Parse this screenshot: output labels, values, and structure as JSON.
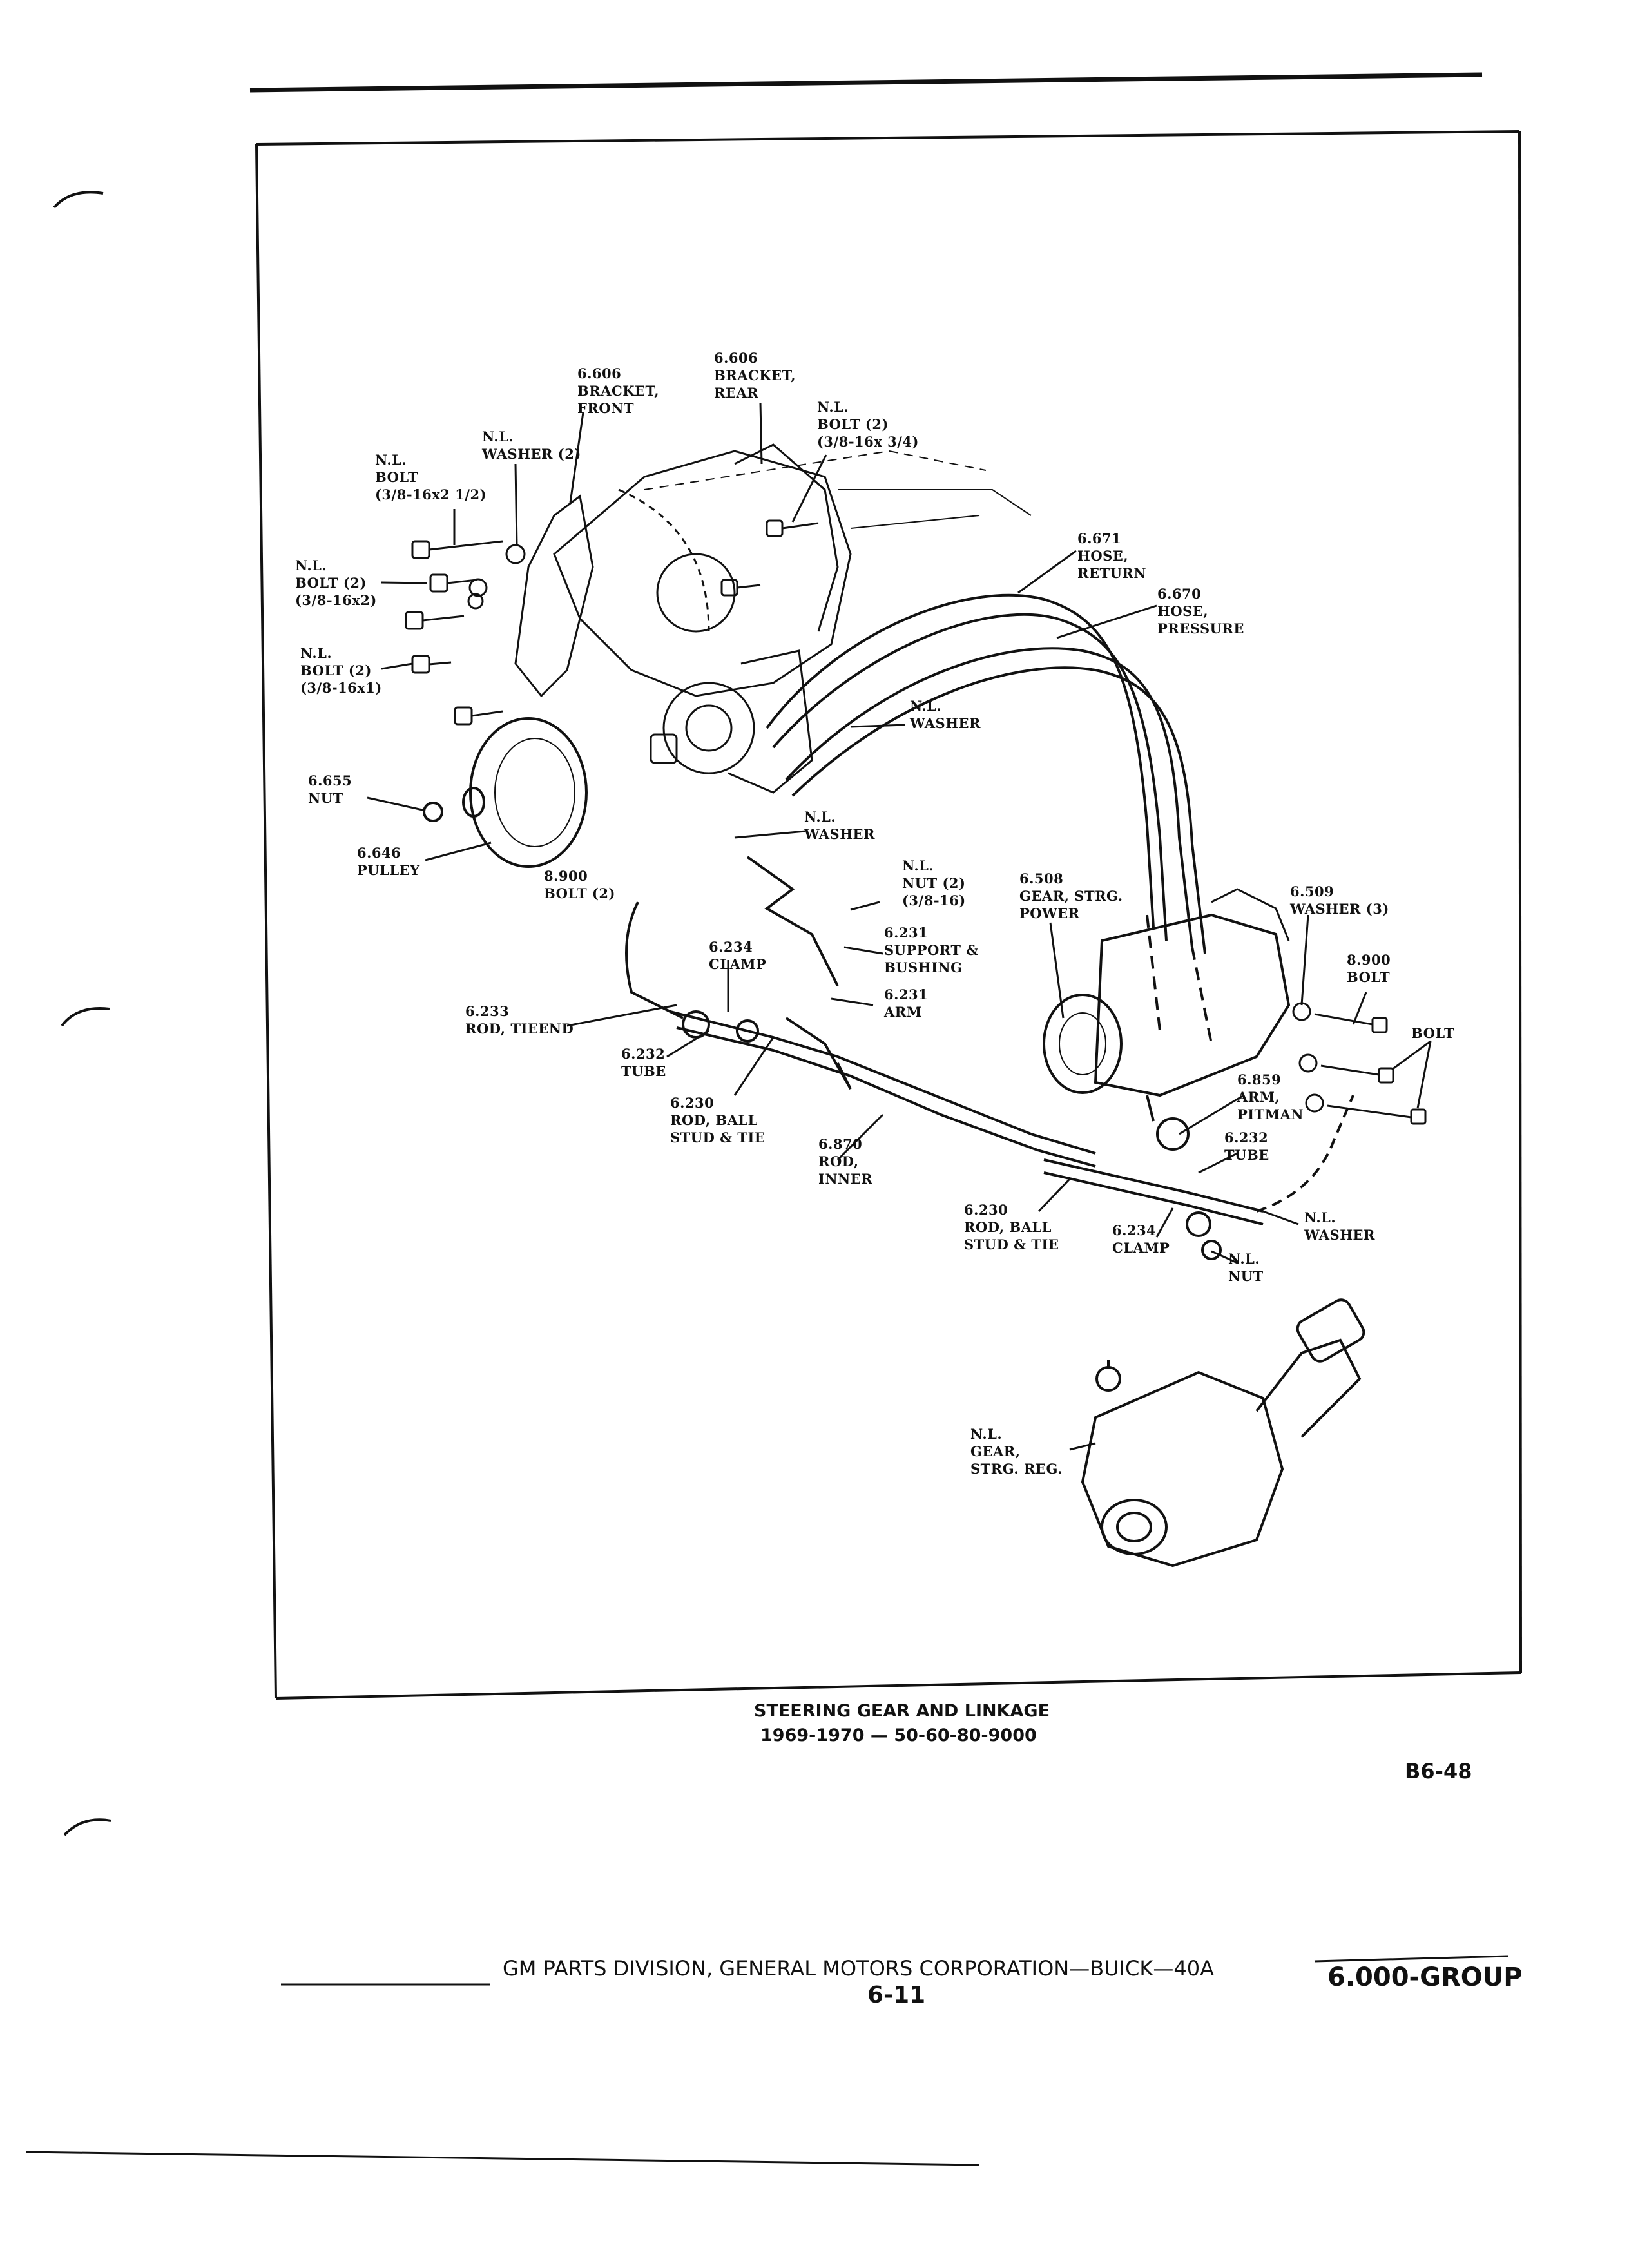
{
  "diagram": {
    "labels": {
      "bracket_rear": [
        "6.606",
        "BRACKET,",
        "REAR"
      ],
      "bracket_front": [
        "6.606",
        "BRACKET,",
        "FRONT"
      ],
      "bolt_top_right": [
        "N.L.",
        "BOLT (2)",
        "(3/8-16x 3/4)"
      ],
      "washer_top": [
        "N.L.",
        "WASHER (2)"
      ],
      "bolt_long": [
        "N.L.",
        "BOLT",
        "(3/8-16x2 1/2)"
      ],
      "bolt_2": [
        "N.L.",
        "BOLT (2)",
        "(3/8-16x2)"
      ],
      "bolt_3": [
        "N.L.",
        "BOLT (2)",
        "(3/8-16x1)"
      ],
      "hose_return": [
        "6.671",
        "HOSE,",
        "RETURN"
      ],
      "hose_pressure": [
        "6.670",
        "HOSE,",
        "PRESSURE"
      ],
      "washer_mid": [
        "N.L.",
        "WASHER"
      ],
      "nut_pulley": [
        "6.655",
        "NUT"
      ],
      "washer_pump": [
        "N.L.",
        "WASHER"
      ],
      "pulley": [
        "6.646",
        "PULLEY"
      ],
      "bolt_8900_left": [
        "8.900",
        "BOLT (2)"
      ],
      "nut_support": [
        "N.L.",
        "NUT (2)",
        "(3/8-16)"
      ],
      "gear_power": [
        "6.508",
        "GEAR, STRG.",
        "POWER"
      ],
      "washer_3": [
        "6.509",
        "WASHER (3)"
      ],
      "bolt_8900_right": [
        "8.900",
        "BOLT"
      ],
      "bolt_far_right": [
        "BOLT"
      ],
      "support_bushing": [
        "6.231",
        "SUPPORT &",
        "BUSHING"
      ],
      "clamp_left": [
        "6.234",
        "CLAMP"
      ],
      "arm": [
        "6.231",
        "ARM"
      ],
      "rod_tieend": [
        "6.233",
        "ROD, TIEEND"
      ],
      "tube_left": [
        "6.232",
        "TUBE"
      ],
      "rod_ball_left": [
        "6.230",
        "ROD, BALL",
        "STUD & TIE"
      ],
      "arm_pitman": [
        "6.859",
        "ARM,",
        "PITMAN"
      ],
      "tube_right": [
        "6.232",
        "TUBE"
      ],
      "rod_inner": [
        "6.870",
        "ROD,",
        "INNER"
      ],
      "rod_ball_right": [
        "6.230",
        "ROD, BALL",
        "STUD & TIE"
      ],
      "clamp_right": [
        "6.234",
        "CLAMP"
      ],
      "washer_bottom": [
        "N.L.",
        "WASHER"
      ],
      "nut_bottom": [
        "N.L.",
        "NUT"
      ],
      "gear_reg": [
        "N.L.",
        "GEAR,",
        "STRG. REG."
      ]
    }
  },
  "caption": {
    "title": "STEERING GEAR AND LINKAGE",
    "subtitle": "1969-1970 — 50-60-80-9000"
  },
  "figure_code": "B6-48",
  "footer": {
    "text": "GM PARTS DIVISION, GENERAL MOTORS CORPORATION—BUICK—40A",
    "page": "6-11",
    "group": "6.000-GROUP"
  }
}
